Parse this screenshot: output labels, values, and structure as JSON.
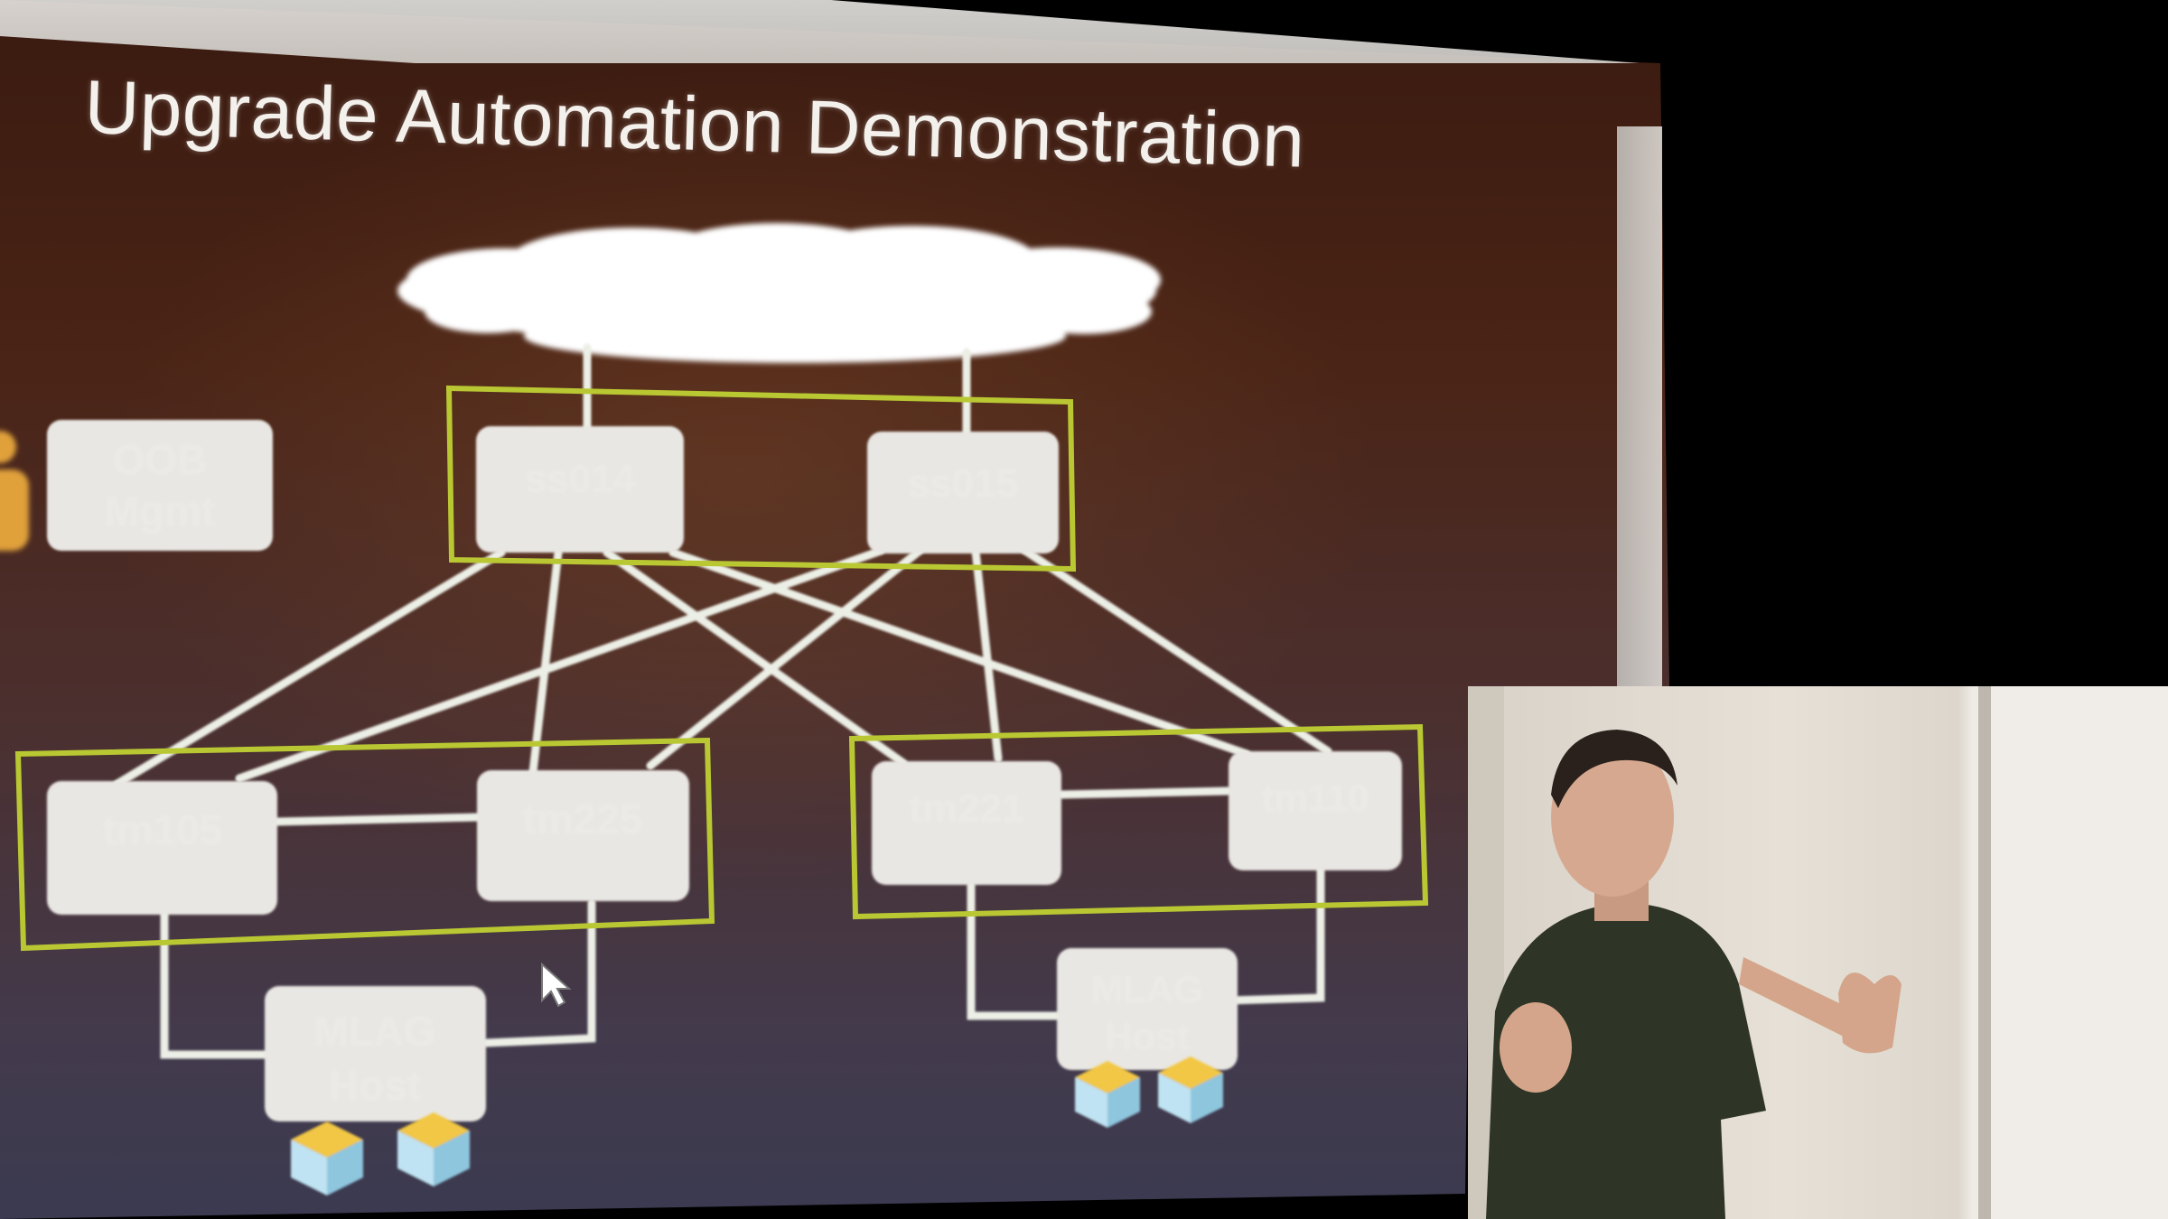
{
  "slide": {
    "title": "Upgrade Automation Demonstration"
  },
  "nodes": {
    "oob": {
      "line1": "OOB",
      "line2": "Mgmt"
    },
    "spine1": {
      "label": "ss014",
      "sub": ""
    },
    "spine2": {
      "label": "ss015",
      "sub": ""
    },
    "leaf1": {
      "label": "tm105",
      "sub": ""
    },
    "leaf2": {
      "label": "tm225",
      "sub": ""
    },
    "leaf3": {
      "label": "tm221",
      "sub": ""
    },
    "leaf4": {
      "label": "tm110",
      "sub": ""
    },
    "host1": {
      "line1": "MLAG",
      "line2": "Host"
    },
    "host2": {
      "line1": "MLAG",
      "line2": "Host"
    }
  },
  "colors": {
    "link": "#ecefe6",
    "group_outline": "#b9c832",
    "node_fill": "#e9e7e3"
  },
  "icons": {
    "pointer": "mouse-cursor-icon",
    "server": "server-box-icon"
  }
}
